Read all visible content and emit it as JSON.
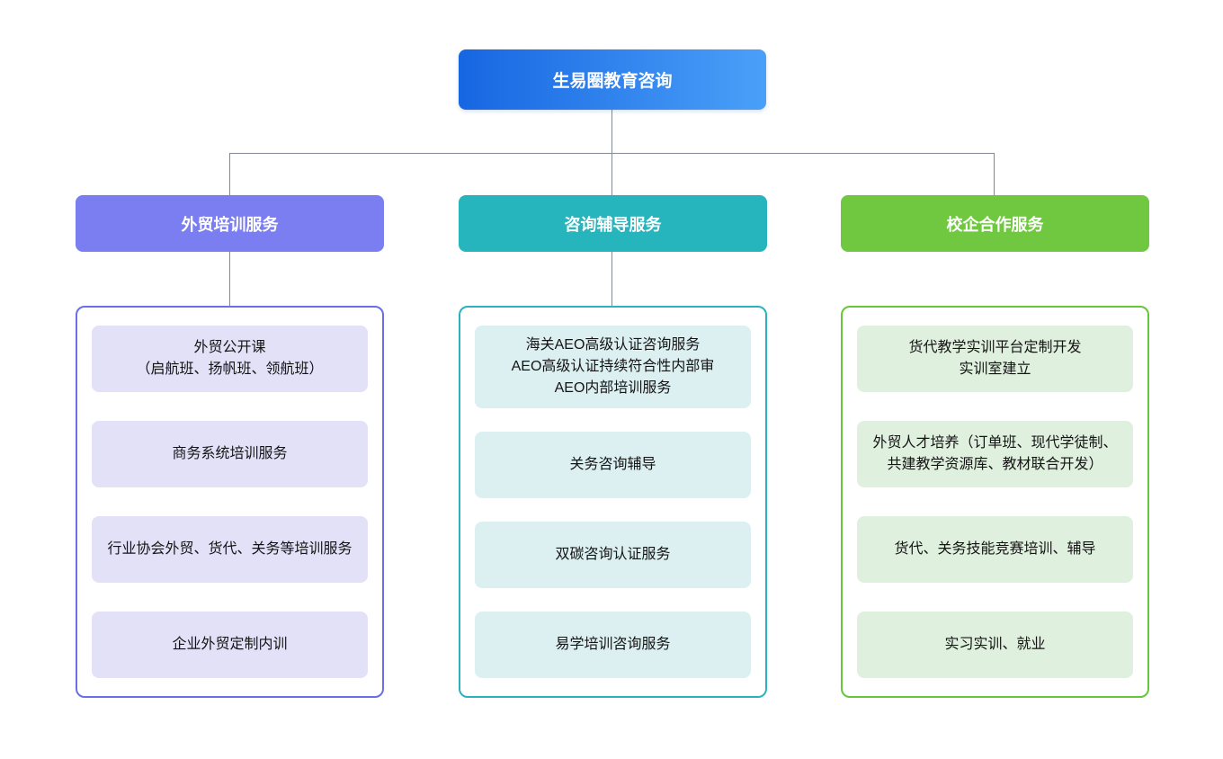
{
  "root": {
    "title": "生易圈教育咨询"
  },
  "columns": [
    {
      "header": "外贸培训服务",
      "accent": "#7b7ef0",
      "container_border": "#6a6ee9",
      "item_bg": "#e3e1f8",
      "items": [
        "外贸公开课\n（启航班、扬帆班、领航班）",
        "商务系统培训服务",
        "行业协会外贸、货代、关务等培训服务",
        "企业外贸定制内训"
      ]
    },
    {
      "header": "咨询辅导服务",
      "accent": "#26b5bd",
      "container_border": "#2bb3bd",
      "item_bg": "#dcf0f2",
      "items": [
        "海关AEO高级认证咨询服务\nAEO高级认证持续符合性内部审\nAEO内部培训服务",
        "关务咨询辅导",
        "双碳咨询认证服务",
        "易学培训咨询服务"
      ]
    },
    {
      "header": "校企合作服务",
      "accent": "#70c840",
      "container_border": "#66c73c",
      "item_bg": "#dff1de",
      "items": [
        "货代教学实训平台定制开发\n实训室建立",
        "外贸人才培养（订单班、现代学徒制、共建教学资源库、教材联合开发）",
        "货代、关务技能竞赛培训、辅导",
        "实习实训、就业"
      ]
    }
  ],
  "colors": {
    "root_gradient_start": "#1766e2",
    "root_gradient_end": "#4aa0f8",
    "connector": "#848a94"
  }
}
